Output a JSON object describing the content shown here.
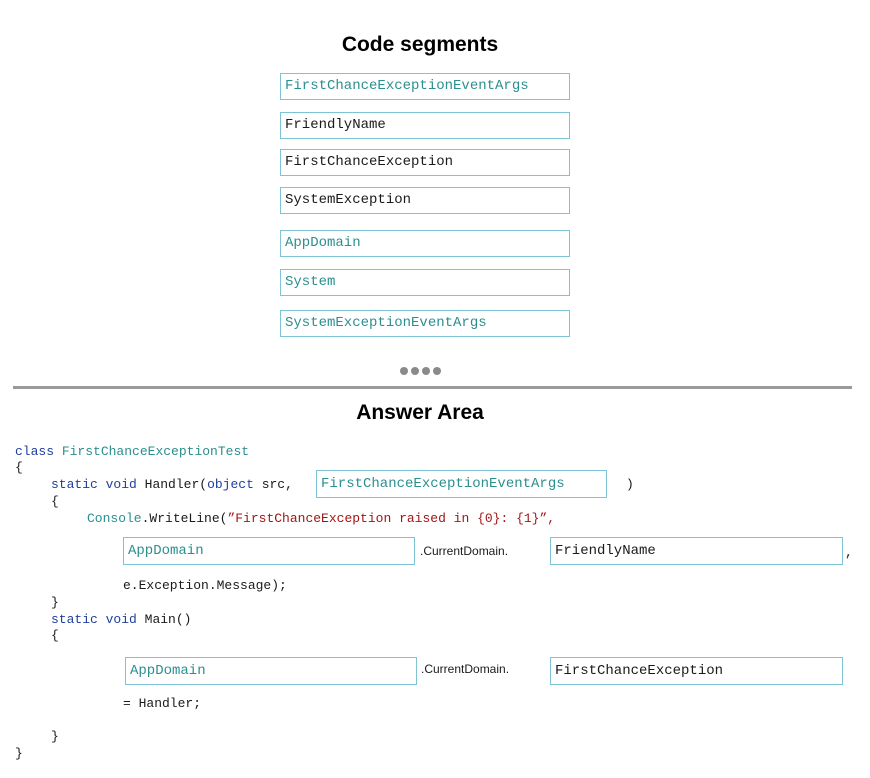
{
  "segments_title": "Code segments",
  "segments": [
    {
      "label": "FirstChanceExceptionEventArgs",
      "color": "#2b8f8f"
    },
    {
      "label": "FriendlyName",
      "color": "#1a1a1a"
    },
    {
      "label": "FirstChanceException",
      "color": "#1a1a1a"
    },
    {
      "label": "SystemException",
      "color": "#1a1a1a"
    },
    {
      "label": "AppDomain",
      "color": "#2b8f8f"
    },
    {
      "label": "System",
      "color": "#2b8f8f"
    },
    {
      "label": "SystemExceptionEventArgs",
      "color": "#2b8f8f"
    }
  ],
  "answer_title": "Answer Area",
  "code": {
    "class_kw": "class",
    "class_name": "FirstChanceExceptionTest",
    "open_brace": "{",
    "static_kw": "static",
    "void_kw": "void",
    "handler_name": "Handler(",
    "object_kw": "object",
    "src_text": "src,",
    "close_paren": ")",
    "inner_open": "{",
    "console": "Console",
    "writeline": ".WriteLine(",
    "string_literal": "”FirstChanceException raised in {0}: {1}”,",
    "current_domain_1": ".CurrentDomain.",
    "comma": ",",
    "exception_message": "e.Exception.Message);",
    "inner_close": "}",
    "main_static": "static",
    "main_void": "void",
    "main_name": "Main()",
    "main_open": "{",
    "current_domain_2": ".CurrentDomain.",
    "assign_handler": "= Handler;",
    "main_close": "}",
    "class_close": "}"
  },
  "answers": {
    "slot1": "FirstChanceExceptionEventArgs",
    "slot2": "AppDomain",
    "slot3": "FriendlyName",
    "slot4": "AppDomain",
    "slot5": "FirstChanceException"
  },
  "colors": {
    "border": "#7fc4d6",
    "keyword": "#1f3f9f",
    "type": "#2b8f8f",
    "string": "#a31515"
  }
}
